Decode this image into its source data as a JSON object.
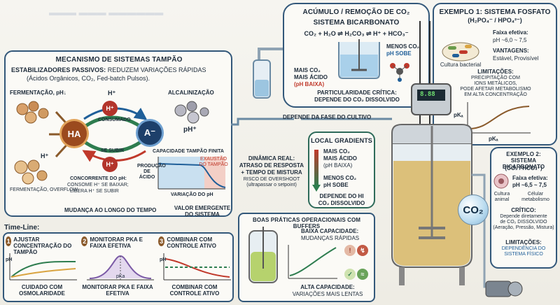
{
  "mechanism": {
    "title": "MECANISMO DE SISTEMAS TAMPÃO",
    "passive_label": "ESTABILIZADORES PASSIVOS:",
    "passive_text": "REDUZEM VARIAÇÕES RÁPIDAS",
    "passive_sub": "(Ácidos Orgânicos, CO₂, Fed-batch Pulsos).",
    "fermentation_ph": "FERMENTAÇÃO, pH↓",
    "alkalinization": "ALCALINIZAÇÃO",
    "fermentation_overflow": "FERMENTAÇÃO, OVERFLOW",
    "ha": "HA",
    "a_minus": "A⁻",
    "h_plus": "H⁺",
    "ph_plus": "pH⁺",
    "consumed": "CONSUMADO",
    "if_rises": "SE SUBIR",
    "finite_capacity": "CAPACIDADE TAMPÃO FINITA",
    "exhaustion": "EXAUSTÃO DO TAMPÃO",
    "production_axis": "PRODUÇÃO DE ÁCIDO",
    "ph_variation_axis": "VARIAÇÃO DO pH",
    "competitor_title": "CONCORRENTE DO pH:",
    "competitor_line1": "CONSOME H⁺ SE BAIXAR;",
    "competitor_line2": "LIBERA H⁺ SE SUBIR",
    "over_time": "MUDANÇA AO LONGO DO TEMPO",
    "emergent": "VALOR EMERGENTE DO SISTEMA"
  },
  "accumulation": {
    "title": "ACÚMULO / REMOÇÃO DE CO₂",
    "subtitle": "SISTEMA BICARBONATO",
    "equation": "CO₂ + H₂O ⇌ H₂CO₃ ⇌ H⁺ + HCO₃⁻",
    "more_co2": "MAIS CO₂",
    "more_acid": "MAIS ÁCIDO",
    "ph_low": "(pH BAIXA)",
    "less_co2": "MENOS CO₂",
    "ph_rises": "pH SOBE",
    "critical_title": "PARTICULARIDADE CRÍTICA:",
    "critical_text": "DEPENDE DO CO₂ DISSOLVIDO",
    "phase": "DEPENDE DA FASE DO CULTIVO"
  },
  "example1": {
    "title": "EXEMPLO 1: SISTEMA FOSFATO",
    "formula": "(H₂PO₄⁻ / HPO₄²⁻)",
    "culture": "Cultura bacterial",
    "range_label": "Faixa efetiva:",
    "range_value": "pH ~6,0 ~ 7,5",
    "advantages_label": "VANTAGENS:",
    "advantages_value": "Estável, Provisível",
    "limits_label": "LIMITAÇÕES:",
    "limits_1": "PRECIPITAÇÃO COM",
    "limits_2": "IONS METÁLICOS,",
    "limits_3": "PODE AFETAR METABOLISMO",
    "limits_4": "EM ALTA CONCENTRAÇÃO",
    "axis_y": "pKₐ",
    "axis_x": "pKₐ"
  },
  "example2": {
    "title": "EXEMPLO 2:",
    "subtitle": "SISTEMA BICARBONATO",
    "formula": "(CO₂ / HCO₃⁻)",
    "animal": "Cultura animal",
    "cell": "Célular metabolismo",
    "range_label": "Faixa efetiva:",
    "range_value": "pH ~6,5 ~ 7,5",
    "critical_label": "CRÍTICO:",
    "critical_1": "Depende diretamente",
    "critical_2": "de CO₂ DISSOLVIDO",
    "critical_3": "(Aeração, Pressão, Mistura)",
    "limits_label": "LIMITAÇÕES:",
    "limits_1": "DEPENDÊNCIA DO",
    "limits_2": "SISTEMA FÍSICO"
  },
  "local_gradients": {
    "title": "LOCAL GRADIENTS",
    "more_co2": "MAIS CO₂",
    "more_acid": "MAIS ÁCIDO",
    "ph_low": "(pH BAIXA)",
    "less_co2": "MENOS CO₂",
    "ph_rises": "pH SOBE",
    "depends_1": "DEPENDE DO HI",
    "depends_2": "CO₂ DISSOLVIDO"
  },
  "dynamics": {
    "line1": "DINÂMICA REAL:",
    "line2": "ATRASO DE RESPOSTA",
    "line3": "+ TEMPO DE MISTURA",
    "line4": "RISCO DE OVERSHOOT",
    "line5": "(ultrapassar o setpoint)"
  },
  "reactor": {
    "co2": "CO₂",
    "display": "8.88"
  },
  "timeline": {
    "title": "Time-Line:",
    "steps": [
      {
        "num": "1",
        "title": "AJUSTAR CONCENTRAÇÃO DO TAMPÃO",
        "footer": "CUIDADO COM OSMOLARIDADE"
      },
      {
        "num": "2",
        "title": "MONITORAR PKA E FAIXA EFETIVA",
        "footer": "MONITORAR PKA E FAIXA EFETIVA"
      },
      {
        "num": "3",
        "title": "COMBINAR COM CONTROLE ATIVO",
        "footer": "COMBINAR COM CONTROLE ATIVO"
      }
    ],
    "ph_axis": "pH",
    "pka": "pKa"
  },
  "practices": {
    "title": "BOAS PRÁTICAS OPERACIONAIS COM BUFFERS",
    "low_capacity_1": "BAIXA CAPACIDADE:",
    "low_capacity_2": "MUDANÇAS RÁPIDAS",
    "high_capacity_1": "ALTA CAPACIDADE:",
    "high_capacity_2": "VARIAÇÕES MAIS LENTAS"
  },
  "colors": {
    "frame": "#33587a",
    "acid": "#c0392b",
    "base": "#1f5f99",
    "amber": "#d9a441"
  }
}
